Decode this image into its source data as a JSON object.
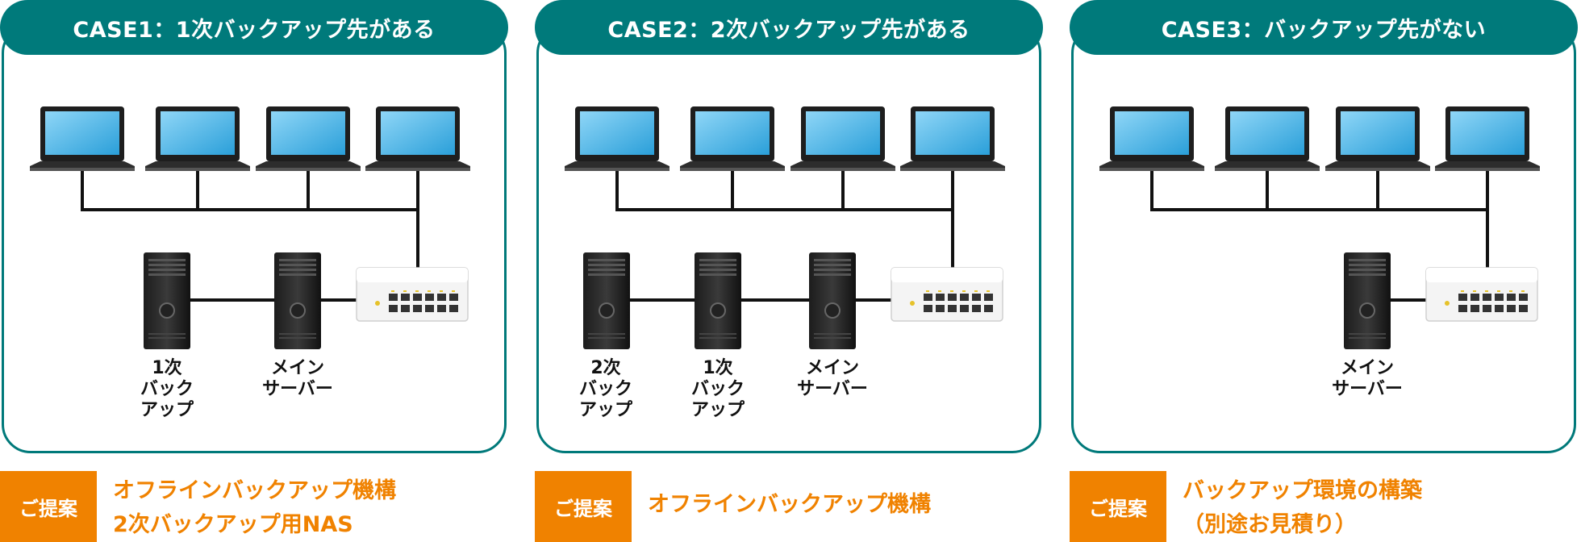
{
  "cases": [
    {
      "title": "CASE1：1次バックアップ先がある",
      "labels": [
        "1次\nバック\nアップ",
        "メイン\nサーバー"
      ],
      "badge": "ご提案",
      "proposal": "オフラインバックアップ機構\n2次バックアップ用NAS"
    },
    {
      "title": "CASE2：2次バックアップ先がある",
      "labels": [
        "2次\nバック\nアップ",
        "1次\nバック\nアップ",
        "メイン\nサーバー"
      ],
      "badge": "ご提案",
      "proposal": "オフラインバックアップ機構"
    },
    {
      "title": "CASE3：バックアップ先がない",
      "labels": [
        "メイン\nサーバー"
      ],
      "badge": "ご提案",
      "proposal": "バックアップ環境の構築\n（別途お見積り）"
    }
  ],
  "colors": {
    "teal": "#007a7b",
    "orange": "#f08200"
  },
  "icons": [
    "laptop-icon",
    "tower-server-icon",
    "network-switch-icon"
  ]
}
